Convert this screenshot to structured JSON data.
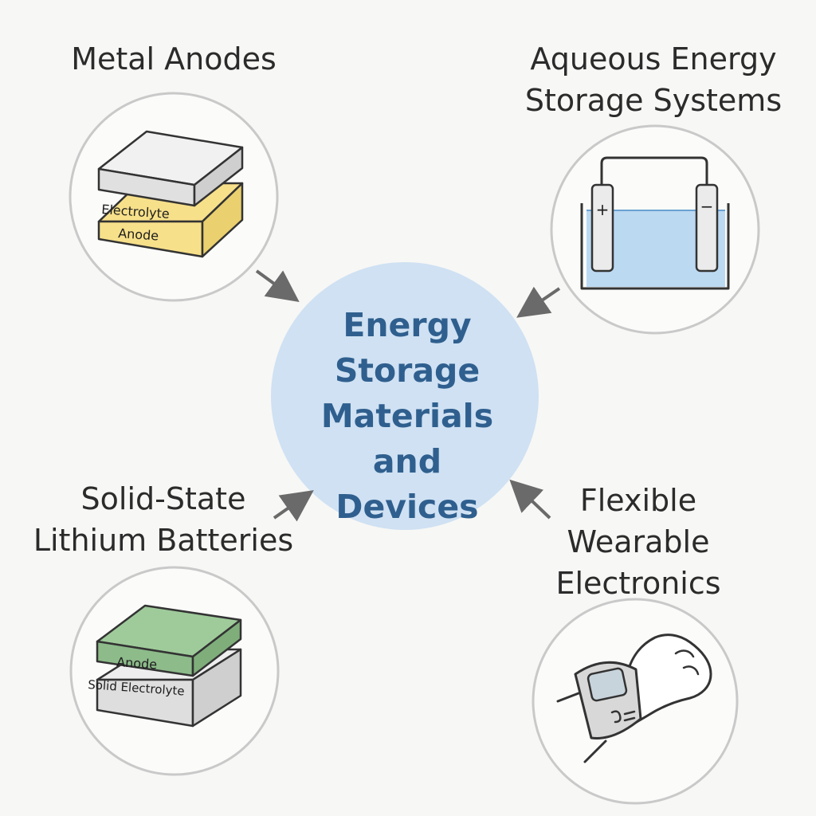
{
  "hub": {
    "title_lines": [
      "Energy",
      "Storage",
      "Materials and",
      "Devices"
    ],
    "fill": "#cfe1f3",
    "text_color": "#2f5f8e"
  },
  "topics": {
    "metal_anodes": {
      "title_lines": [
        "Metal Anodes"
      ],
      "layer_labels": [
        "Electrolyte",
        "Anode"
      ],
      "anode_color": "#f7e08a"
    },
    "aqueous": {
      "title_lines": [
        "Aqueous Energy",
        "Storage Systems"
      ],
      "terminal_labels": [
        "+",
        "−"
      ],
      "water_color": "#bcd9f2"
    },
    "solid_state": {
      "title_lines": [
        "Solid-State",
        "Lithium Batteries"
      ],
      "layer_labels": [
        "Anode",
        "Solid Electrolyte"
      ],
      "anode_color": "#9fcb9b"
    },
    "flexible": {
      "title_lines": [
        "Flexible",
        "Wearable",
        "Electronics"
      ]
    }
  },
  "icons": {
    "metal_anodes": "electrode-stack-icon",
    "aqueous": "aqueous-cell-icon",
    "solid_state": "solid-state-stack-icon",
    "flexible": "wrist-band-icon"
  }
}
